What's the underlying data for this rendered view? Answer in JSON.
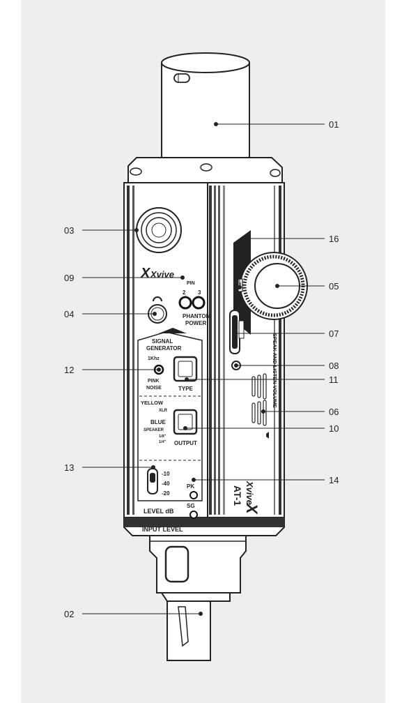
{
  "callouts": {
    "c01": "01",
    "c02": "02",
    "c03": "03",
    "c04": "04",
    "c05": "05",
    "c06": "06",
    "c07": "07",
    "c08": "08",
    "c09": "09",
    "c10": "10",
    "c11": "11",
    "c12": "12",
    "c13": "13",
    "c14": "14",
    "c16": "16"
  },
  "device": {
    "brand": "Xvive",
    "model": "AT-1",
    "pin_label": "PIN",
    "pin2": "2",
    "pin3": "3",
    "phantom": "PHANTOM",
    "power": "POWER",
    "sig_gen_1": "SIGNAL",
    "sig_gen_2": "GENERATOR",
    "freq_1khz": "1Khz",
    "pink": "PINK",
    "noise": "NOISE",
    "type": "TYPE",
    "yellow": "YELLOW",
    "xlr": "XLR",
    "blue": "BLUE",
    "speaker": "SPEAKER",
    "eighth": "1/8\"",
    "quarter": "1/4\"",
    "output": "OUTPUT",
    "lvl_10": "-10",
    "lvl_40": "-40",
    "lvl_20": "-20",
    "level_db": "LEVEL dB",
    "pk": "PK",
    "sg": "SG",
    "input_level": "INPUT LEVEL",
    "side_text": "SPEAK AND LISTEN VOLUME"
  }
}
